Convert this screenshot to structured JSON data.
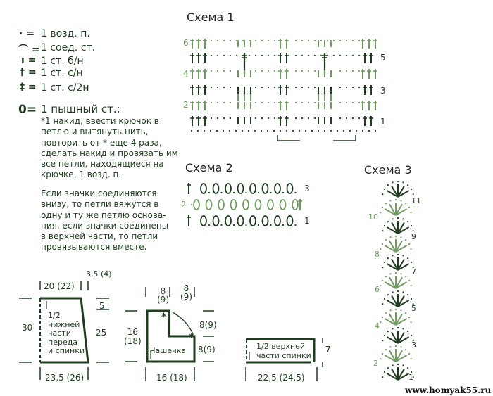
{
  "legend": {
    "items": [
      {
        "icon": "chain-dot-icon",
        "symbol": "· =",
        "label": "1 возд. п."
      },
      {
        "icon": "slip-stitch-arc-icon",
        "symbol": "⌒ =",
        "label": "1 соед. ст."
      },
      {
        "icon": "single-crochet-icon",
        "symbol": "ı =",
        "label": "1 ст. б/н"
      },
      {
        "icon": "double-crochet-icon",
        "symbol": "† =",
        "label": "1 ст. с/н"
      },
      {
        "icon": "treble-crochet-icon",
        "symbol": "‡ =",
        "label": "1 ст. с/2н"
      }
    ],
    "puff": {
      "icon": "puff-stitch-icon",
      "symbol": "0=",
      "label": "1 пышный ст.:"
    },
    "puff_description": "*1 накид, ввести крючок в\nпетлю и вытянуть нить,\nповторить от * еще 4 раза,\nсделать накид и провязать им\nвсе петли, находящиеся на\nкрючке, 1 возд. п.",
    "note": "Если значки соединяются\nвнизу, то петли вяжутся в\nодну и ту же петлю основа-\nния, если значки соединены\nв верхней части, то петли\nпровязываются вместе."
  },
  "scheme1": {
    "title": "Схема 1",
    "row_labels_left": [
      "6",
      "4",
      "2"
    ],
    "row_labels_right": [
      "5",
      "3",
      "1"
    ]
  },
  "scheme2": {
    "title": "Схема 2",
    "row_labels_left": [
      "2"
    ],
    "row_labels_right": [
      "3",
      "1"
    ]
  },
  "scheme3": {
    "title": "Схема 3",
    "row_labels_left": [
      "10",
      "8",
      "6",
      "4",
      "2"
    ],
    "row_labels_right": [
      "11",
      "9",
      "7",
      "5",
      "3",
      "1"
    ]
  },
  "pattern1": {
    "top_width": "20 (22)",
    "top_offset": "3,5 (4)",
    "height": "30",
    "top_step": "5",
    "side_height": "25",
    "label": "1/2\nнижней\nчасти\nпереда\nи спинки",
    "bottom_width": "23,5 (26)"
  },
  "pattern2": {
    "top_left": "8\n(9)",
    "top_right": "8\n(9)",
    "height": "16\n(18)",
    "right_top": "8(9)",
    "right_bottom": "8(9)",
    "label": "Чашечка",
    "bottom_width": "16 (18)",
    "marker": "*"
  },
  "pattern3": {
    "label": "1/2 верхней\nчасти спинки",
    "height": "7",
    "bottom_width": "22,5 (24,5)"
  },
  "watermark": "www.homyak55.ru",
  "colors": {
    "dark": "#1e3d1e",
    "light": "#6f9c5f"
  }
}
